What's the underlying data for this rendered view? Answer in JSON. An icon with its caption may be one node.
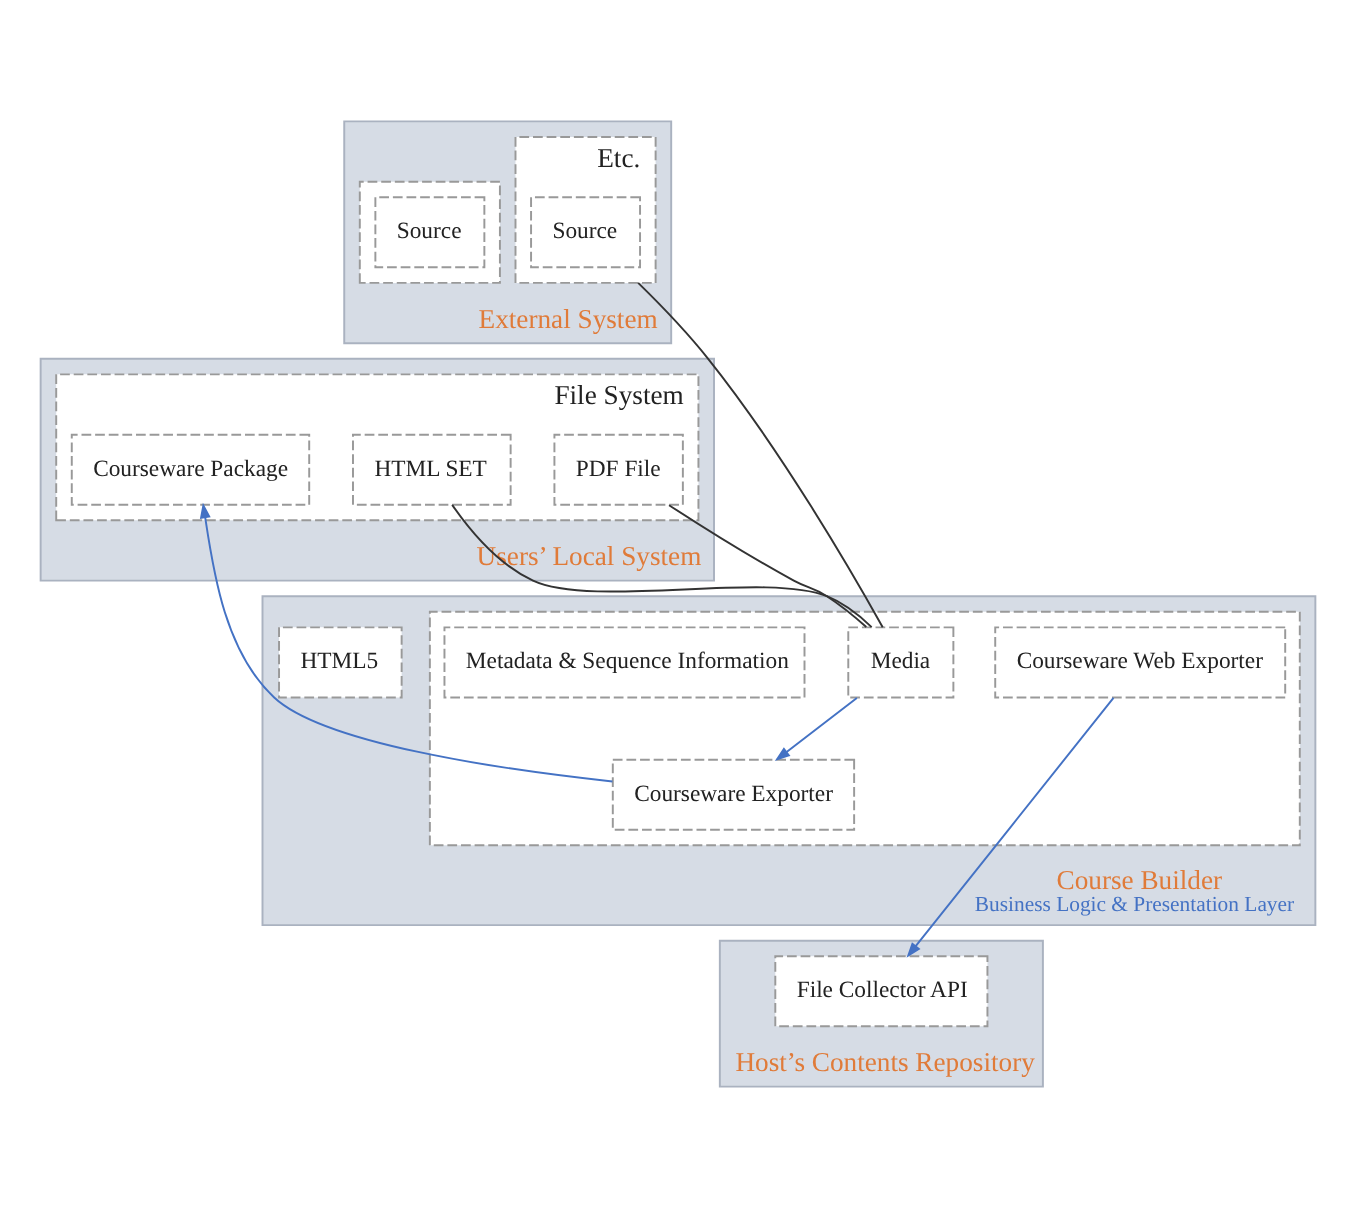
{
  "diagram": {
    "nodes": [
      {
        "text": [
          "External System"
        ]
      },
      {
        "text": [],
        "shape": "box",
        "in": 0
      },
      {
        "text": [
          "Source"
        ],
        "in": 1
      },
      {
        "text": [
          "Etc."
        ],
        "in": 0
      },
      {
        "text": [
          "Source"
        ],
        "in": 3
      },
      {
        "text": [
          "Users’ Local System"
        ]
      },
      {
        "text": [
          "File System"
        ],
        "in": 5
      },
      {
        "text": [
          "Courseware Package"
        ],
        "in": 6
      },
      {
        "text": [
          "HTML SET"
        ],
        "in": 6
      },
      {
        "text": [
          "PDF File"
        ],
        "in": 6
      },
      {
        "text": [
          "Course Builder",
          "Business Logic & Presentation Layer"
        ]
      },
      {
        "text": [],
        "shape": "box",
        "in": 10
      },
      {
        "text": [
          "Courseware Exporter"
        ],
        "in": 11
      },
      {
        "text": [
          "Courseware Web Exporter"
        ],
        "in": 11
      },
      {
        "text": [
          "Media"
        ],
        "in": 11
      },
      {
        "text": [
          "Metadata & Sequence Information"
        ],
        "in": 11
      },
      {
        "text": [
          "HTML5"
        ],
        "in": 10
      },
      {
        "text": [
          "Host’s Contents Repository"
        ]
      },
      {
        "text": [
          "File Collector API"
        ],
        "in": 17
      }
    ],
    "edges": [
      {
        "from": 8,
        "to": 14,
        "arrow": "none"
      },
      {
        "from": 9,
        "to": 14,
        "arrow": "none"
      },
      {
        "from": 3,
        "to": 14,
        "arrow": "none"
      },
      {
        "from": 14,
        "to": 12,
        "arrow": "to",
        "color": "#4472c4"
      },
      {
        "from": 12,
        "to": 7,
        "arrow": "to",
        "color": "#4472c4"
      },
      {
        "from": 13,
        "to": 18,
        "arrow": "to",
        "color": "#4472c4"
      }
    ]
  }
}
